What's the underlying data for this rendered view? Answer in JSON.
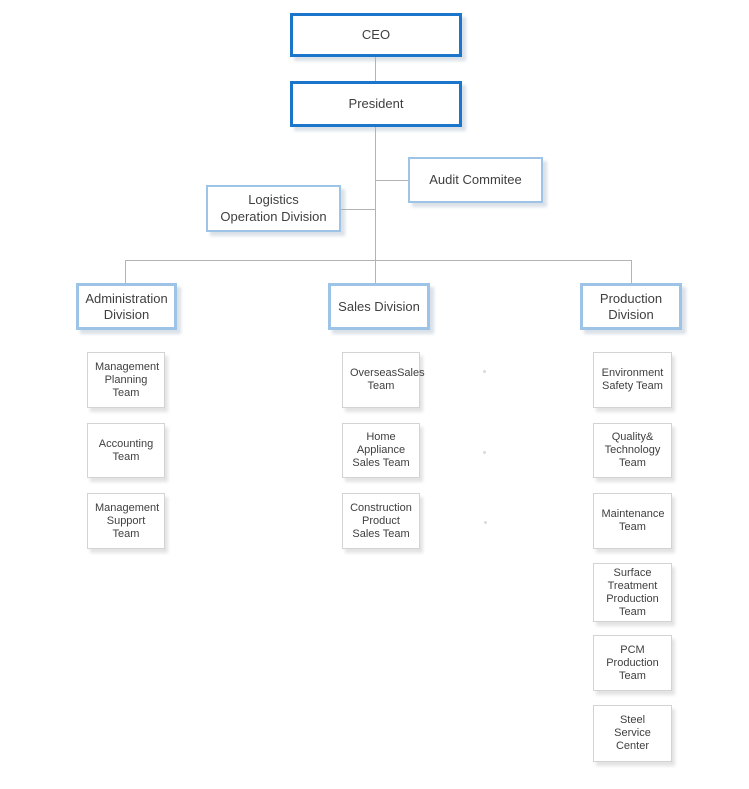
{
  "chart": {
    "ceo": {
      "label": "CEO"
    },
    "president": {
      "label": "President"
    },
    "audit_committee": {
      "label": "Audit Commitee"
    },
    "logistics": {
      "line1": "Logistics",
      "line2": "Operation Division"
    },
    "divisions": [
      {
        "label": "Administration Division",
        "teams": [
          "Management Planning Team",
          "Accounting Team",
          "Management Support Team"
        ]
      },
      {
        "label": "Sales Division",
        "teams": [
          "OverseasSales Team",
          "Home Appliance Sales Team",
          "Construction Product Sales Team"
        ]
      },
      {
        "label": "Production Division",
        "teams": [
          "Environment Safety Team",
          "Quality& Technology Team",
          "Maintenance Team",
          "Surface Treatment Production Team",
          "PCM Production Team",
          "Steel Service Center"
        ]
      }
    ],
    "colors": {
      "executive_border": "#1b76cb",
      "division_border": "#9dc3e6",
      "team_border": "#d5d2d2",
      "connector": "#b3b3b3",
      "text": "#3f3f3f"
    }
  }
}
